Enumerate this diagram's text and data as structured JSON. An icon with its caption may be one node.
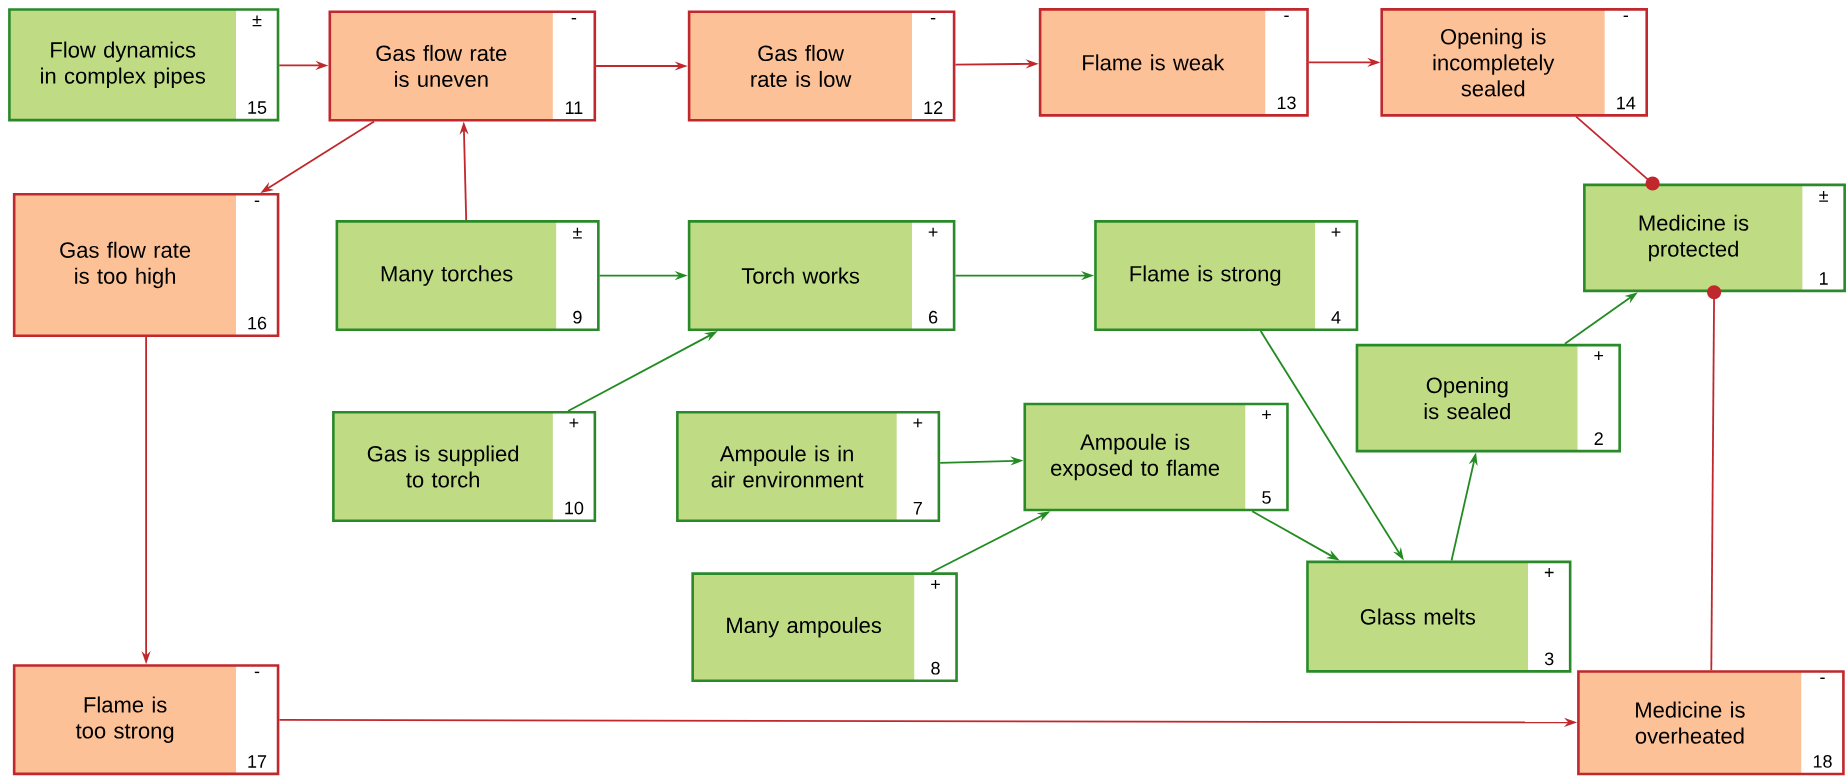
{
  "diagram": {
    "nodes": [
      {
        "text": [
          "Flow dynamics in complex pipes",
          "±",
          "15"
        ]
      },
      {
        "text": [
          "Gas flow rate is uneven",
          "-",
          "11"
        ]
      },
      {
        "text": [
          "Gas flow rate is low",
          "-",
          "12"
        ]
      },
      {
        "text": [
          "Flame is weak",
          "-",
          "13"
        ]
      },
      {
        "text": [
          "Opening is incompletely sealed",
          "-",
          "14"
        ]
      },
      {
        "text": [
          "Gas flow rate is too high",
          "-",
          "16"
        ]
      },
      {
        "text": [
          "Many torches",
          "±",
          "9"
        ]
      },
      {
        "text": [
          "Torch works",
          "+",
          "6"
        ]
      },
      {
        "text": [
          "Flame is strong",
          "+",
          "4"
        ]
      },
      {
        "text": [
          "Medicine is protected",
          "±",
          "1"
        ]
      },
      {
        "text": [
          "Opening is sealed",
          "+",
          "2"
        ]
      },
      {
        "text": [
          "Gas is supplied to torch",
          "+",
          "10"
        ]
      },
      {
        "text": [
          "Ampoule is in air environment",
          "+",
          "7"
        ]
      },
      {
        "text": [
          "Ampoule is exposed to flame",
          "+",
          "5"
        ]
      },
      {
        "text": [
          "Glass melts",
          "+",
          "3"
        ]
      },
      {
        "text": [
          "Many ampoules",
          "+",
          "8"
        ]
      },
      {
        "text": [
          "Flame is too strong",
          "-",
          "17"
        ]
      },
      {
        "text": [
          "Medicine is overheated",
          "-",
          "18"
        ]
      }
    ],
    "edges": [
      {
        "from": 0,
        "to": 1,
        "arrow": "to"
      },
      {
        "from": 1,
        "to": 2,
        "arrow": "to"
      },
      {
        "from": 2,
        "to": 3,
        "arrow": "to"
      },
      {
        "from": 3,
        "to": 4,
        "arrow": "to"
      },
      {
        "from": 4,
        "to": 9,
        "arrow": "other"
      },
      {
        "from": 1,
        "to": 5,
        "arrow": "to"
      },
      {
        "from": 6,
        "to": 1,
        "arrow": "to"
      },
      {
        "from": 6,
        "to": 7,
        "arrow": "to",
        "color": "#228b22"
      },
      {
        "from": 11,
        "to": 7,
        "arrow": "to",
        "color": "#228b22"
      },
      {
        "from": 7,
        "to": 8,
        "arrow": "to",
        "color": "#228b22"
      },
      {
        "from": 8,
        "to": 14,
        "arrow": "to",
        "color": "#228b22"
      },
      {
        "from": 12,
        "to": 13,
        "arrow": "to",
        "color": "#228b22"
      },
      {
        "from": 15,
        "to": 13,
        "arrow": "to",
        "color": "#228b22"
      },
      {
        "from": 13,
        "to": 14,
        "arrow": "to",
        "color": "#228b22"
      },
      {
        "from": 14,
        "to": 10,
        "arrow": "to",
        "color": "#228b22"
      },
      {
        "from": 10,
        "to": 9,
        "arrow": "to",
        "color": "#228b22"
      },
      {
        "from": 5,
        "to": 16,
        "arrow": "to"
      },
      {
        "from": 16,
        "to": 17,
        "arrow": "to"
      },
      {
        "from": 17,
        "to": 9,
        "arrow": "other"
      }
    ]
  }
}
